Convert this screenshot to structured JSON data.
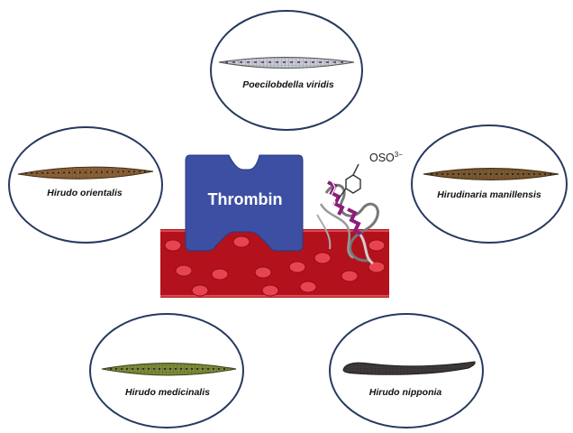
{
  "center": {
    "label": "Thrombin",
    "sulfate_label": "OSO",
    "sulfate_sup": "3",
    "sulfate_charge": "−"
  },
  "species": [
    {
      "name": "Poecilobdella viridis",
      "color": "#c6ccd2"
    },
    {
      "name": "Hirudo orientalis",
      "color": "#8c6238"
    },
    {
      "name": "Hirudinaria manillensis",
      "color": "#7c5a32"
    },
    {
      "name": "Hirudo medicinalis",
      "color": "#7e8a3a"
    },
    {
      "name": "Hirudo nipponia",
      "color": "#3e3a3a"
    }
  ],
  "colors": {
    "thrombin": "#3c4fa3",
    "vessel": "#b3121c",
    "blood_cell": "#e84450",
    "peptide_helix": "#8a1f7a",
    "ellipse_border": "#27395f"
  }
}
